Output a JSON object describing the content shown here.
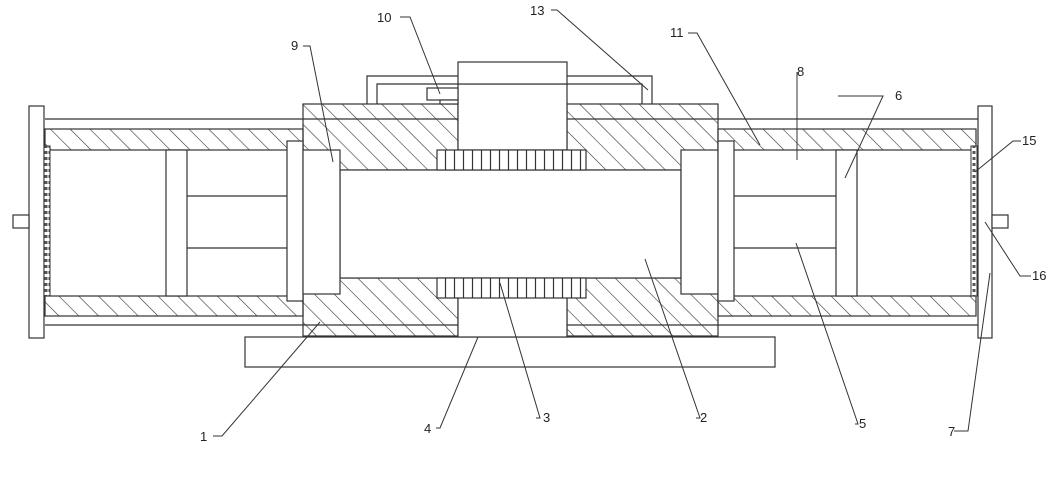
{
  "labels": {
    "l1": "1",
    "l2": "2",
    "l3": "3",
    "l4": "4",
    "l5": "5",
    "l6": "6",
    "l7": "7",
    "l8": "8",
    "l9": "9",
    "l10": "10",
    "l11": "11",
    "l13": "13",
    "l15": "15",
    "l16": "16"
  },
  "colors": {
    "line": "#333333",
    "background": "#ffffff"
  }
}
